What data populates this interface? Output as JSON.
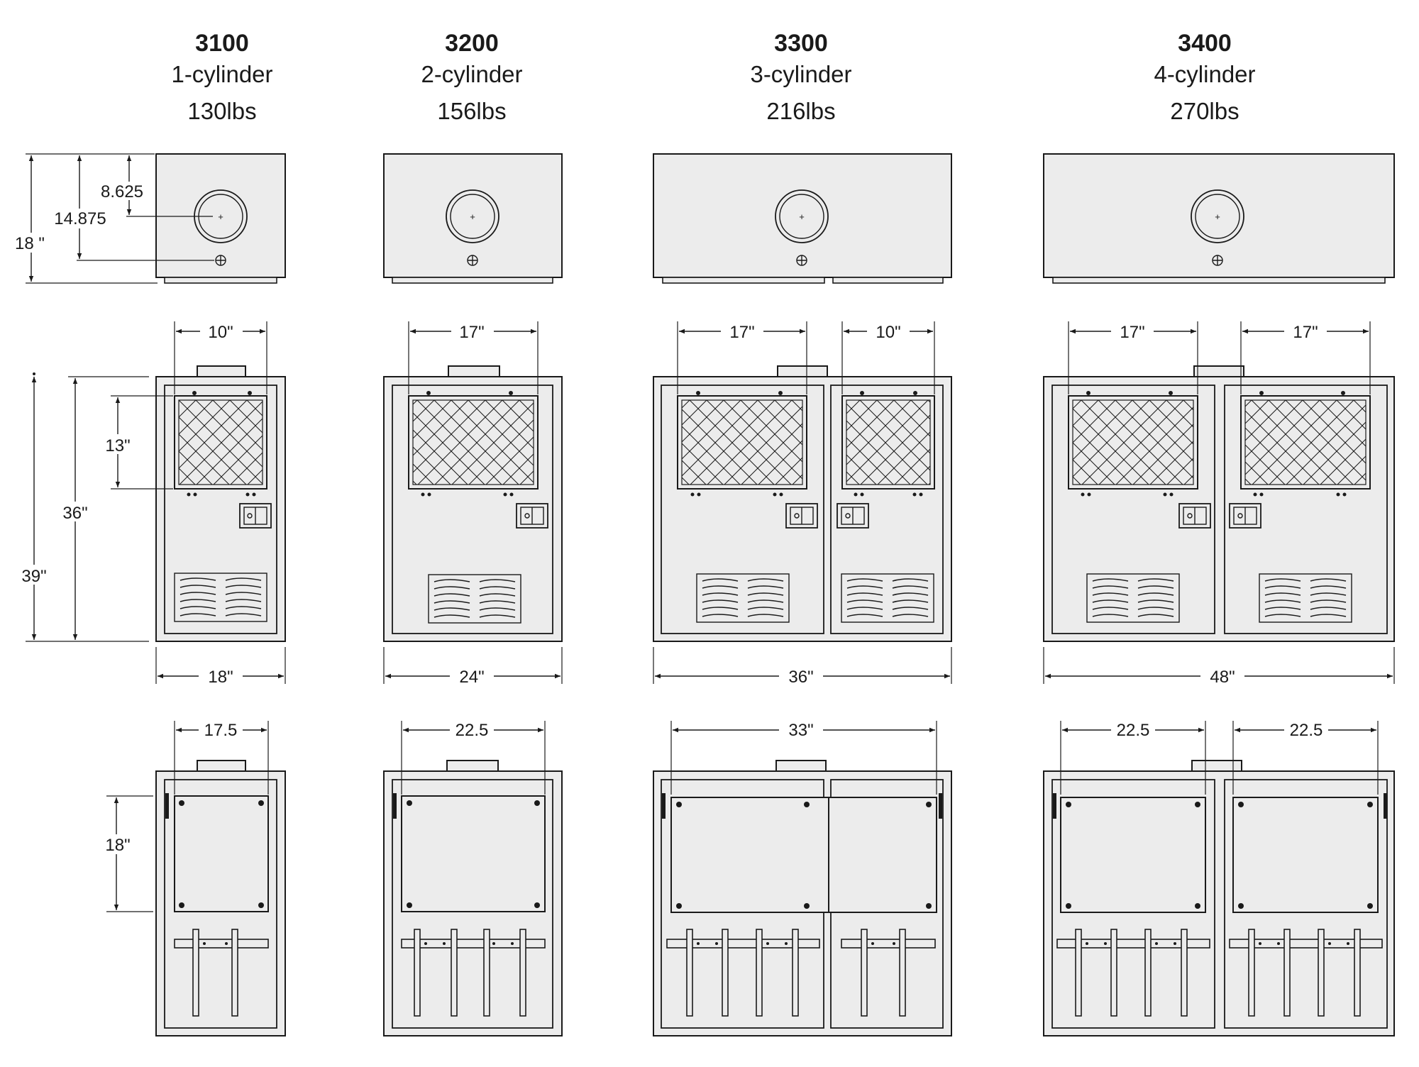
{
  "models": [
    {
      "number": "3100",
      "cylinders": "1-cylinder",
      "weight": "130lbs"
    },
    {
      "number": "3200",
      "cylinders": "2-cylinder",
      "weight": "156lbs"
    },
    {
      "number": "3300",
      "cylinders": "3-cylinder",
      "weight": "216lbs"
    },
    {
      "number": "3400",
      "cylinders": "4-cylinder",
      "weight": "270lbs"
    }
  ],
  "dimensions": {
    "top_view": {
      "height": "18 \"",
      "to_port_center": "14.875",
      "port_offset": "8.625"
    },
    "front_view": {
      "height_total": "39\"",
      "height_cabinet": "36\"",
      "grill_height": "13\"",
      "grill_width_3100": "10\"",
      "grill_width_3200": "17\"",
      "grill_width_3300_left": "17\"",
      "grill_width_3300_right": "10\"",
      "grill_width_3400_left": "17\"",
      "grill_width_3400_right": "17\"",
      "width_3100": "18\"",
      "width_3200": "24\"",
      "width_3300": "36\"",
      "width_3400": "48\""
    },
    "back_view": {
      "panel_height": "18\"",
      "span_3100": "17.5",
      "span_3200": "22.5",
      "span_3300": "33\"",
      "span_3400_left": "22.5",
      "span_3400_right": "22.5"
    }
  }
}
